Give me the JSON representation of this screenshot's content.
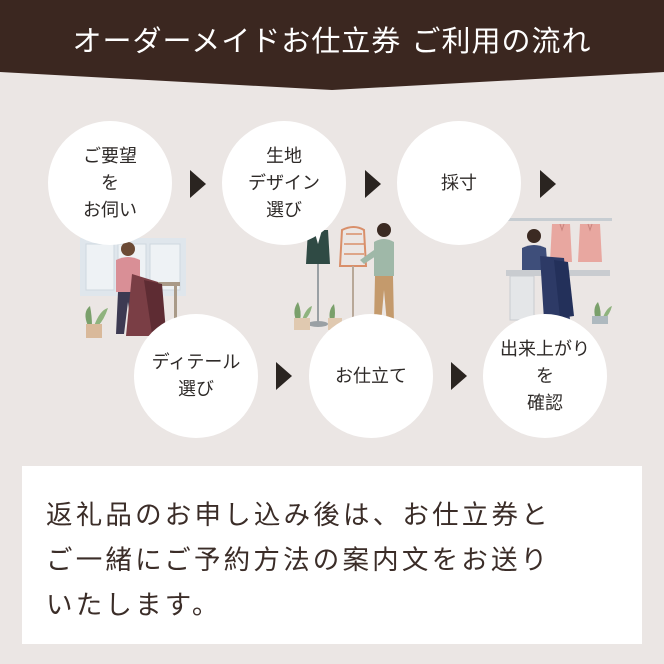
{
  "header": {
    "title": "オーダーメイドお仕立券 ご利用の流れ",
    "background": "#3b2720"
  },
  "steps": [
    {
      "label": "ご要望\nを\nお伺い"
    },
    {
      "label": "生地\nデザイン\n選び"
    },
    {
      "label": "採寸"
    },
    {
      "label": "ディテール\n選び"
    },
    {
      "label": "お仕立て"
    },
    {
      "label": "出来上がり\nを\n確認"
    }
  ],
  "illustrations": {
    "left": "tailor-consultation-illustration",
    "middle": "tailor-mannequin-illustration",
    "right": "tailor-sewing-illustration"
  },
  "note": {
    "lines": [
      "返礼品のお申し込み後は、お仕立券と",
      "ご一緒にご予約方法の案内文をお送り",
      "いたします。"
    ]
  },
  "colors": {
    "page_bg": "#ebe6e4",
    "circle_bg": "#ffffff",
    "arrow": "#2a2420",
    "text": "#3b2d28"
  }
}
